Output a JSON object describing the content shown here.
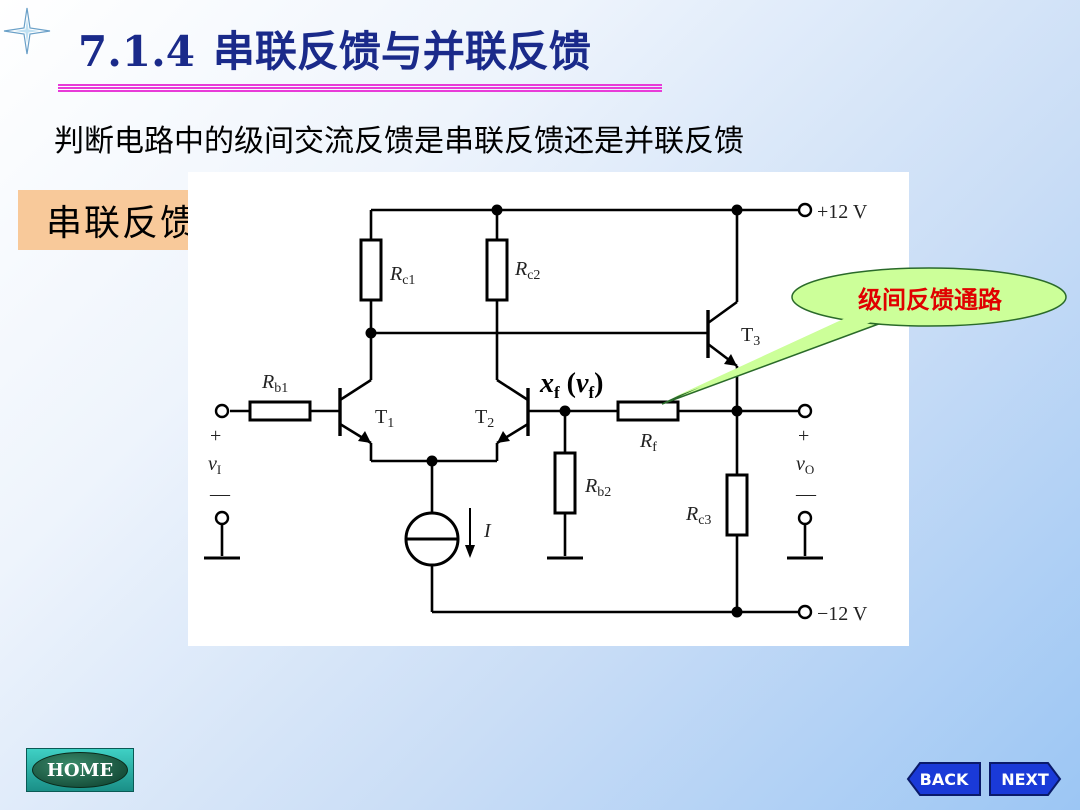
{
  "header": {
    "section_number": "7.1.4",
    "title": "串联反馈与并联反馈"
  },
  "subtitle": "判断电路中的级间交流反馈是串联反馈还是并联反馈",
  "badge": "串联反馈",
  "callout": "级间反馈通路",
  "circuit": {
    "vcc": "+12 V",
    "vee": "−12 V",
    "rc1": {
      "main": "R",
      "sub": "c1"
    },
    "rc2": {
      "main": "R",
      "sub": "c2"
    },
    "rc3": {
      "main": "R",
      "sub": "c3"
    },
    "rb1": {
      "main": "R",
      "sub": "b1"
    },
    "rb2": {
      "main": "R",
      "sub": "b2"
    },
    "rf": {
      "main": "R",
      "sub": "f"
    },
    "t1": {
      "main": "T",
      "sub": "1"
    },
    "t2": {
      "main": "T",
      "sub": "2"
    },
    "t3": {
      "main": "T",
      "sub": "3"
    },
    "vi": {
      "main": "v",
      "sub": "I"
    },
    "vo": {
      "main": "v",
      "sub": "O"
    },
    "current": "I",
    "plus": "+",
    "minus": "—",
    "xf": {
      "main": "x",
      "sub": "f"
    },
    "vf": {
      "main": "v",
      "sub": "f"
    }
  },
  "nav": {
    "home": "HOME",
    "back": "BACK",
    "next": "NEXT"
  },
  "colors": {
    "title": "#1a2a8a",
    "rule": "#e83bd8",
    "badge": "#f8c99a",
    "callout_fill": "#ccff99",
    "callout_text": "#e00000",
    "nav_button": "#1a3ad8"
  }
}
